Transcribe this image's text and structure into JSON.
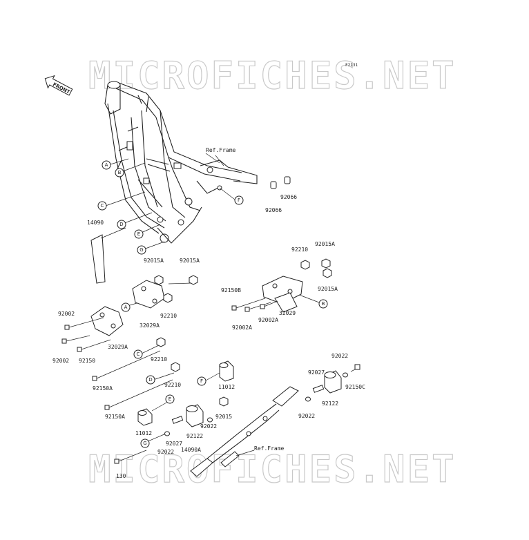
{
  "diagram": {
    "code": "F2131",
    "front_label": "FRONT",
    "watermark": "MICROFICHES.NET",
    "ref_frame_1": "Ref.Frame",
    "ref_frame_2": "Ref.Frame",
    "callouts": [
      "A",
      "B",
      "C",
      "D",
      "E",
      "F",
      "G",
      "A",
      "B",
      "C",
      "D",
      "E",
      "F",
      "G"
    ],
    "labels": {
      "p14090": "14090",
      "p92066a": "92066",
      "p92066b": "92066",
      "p92210a": "92210",
      "p92015A_a": "92015A",
      "p92015A_b": "92015A",
      "p92015A_c": "92015A",
      "p92015A_d": "92015A",
      "p92150B": "92150B",
      "p32029": "32029",
      "p92002A_a": "92002A",
      "p92002A_b": "92002A",
      "p92210b": "92210",
      "p32029A_a": "32029A",
      "p32029A_b": "32029A",
      "p92002a": "92002",
      "p92002b": "92002",
      "p92150": "92150",
      "p92210c": "92210",
      "p92150A_a": "92150A",
      "p92210d": "92210",
      "p92150A_b": "92150A",
      "p11012a": "11012",
      "p11012b": "11012",
      "p92015": "92015",
      "p92022a": "92022",
      "p92122a": "92122",
      "p92027a": "92027",
      "p14090A": "14090A",
      "p92022b": "92022",
      "p130": "130",
      "p92022c": "92022",
      "p92027b": "92027",
      "p92150C": "92150C",
      "p92122b": "92122",
      "p92022d": "92022"
    }
  }
}
